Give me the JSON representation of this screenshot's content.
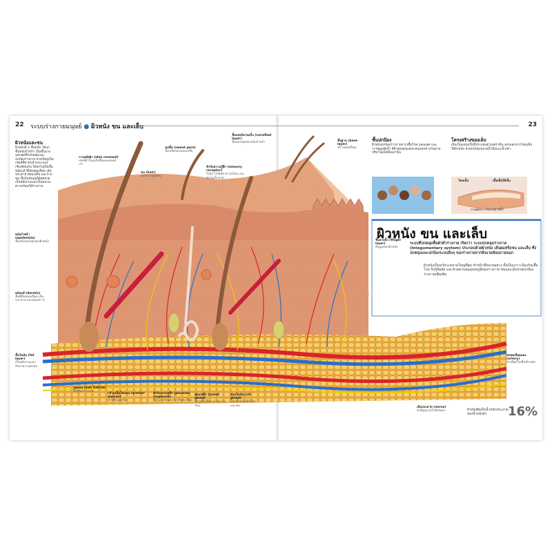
{
  "header": {
    "left_page_number": "22",
    "breadcrumb_section": "ระบบร่างกายมนุษย์",
    "breadcrumb_topic": "ผิวหนัง ขน และเล็บ",
    "right_page_number": "23"
  },
  "left_column": {
    "heading": "ผิวหนังและขน",
    "body": "ผิวหนังมี 2 ชั้นหลัก ได้แก่ ชั้นหนังกำพร้า เป็นชั้นบางนอกสุดซึ่งปกคลุมและปกป้องร่างกาย ส่วนใหญ่เป็นเซลล์ที่ตายแล้วและแบนเรียงซ้อนกัน ใต้ลงไปเป็นชั้นหนังแท้ ที่มีหลอดเลือด เส้นประสาท ต่อมเหงื่อ และรากขน ชั้นไขมันอยู่ใต้สุดช่วยเก็บพลังงานและเป็นฉนวนความร้อนให้ร่างกาย"
  },
  "labels": {
    "epidermis": {
      "th": "หนังกำพร้า",
      "en": "(epidermis)",
      "note": "ชั้นหนังนอกสุดของผิวหนัง"
    },
    "dermis": {
      "th": "หนังแท้",
      "en": "(dermis)",
      "note": "ชั้นที่มีหลอดเลือด เส้นประสาท และต่อมต่างๆ"
    },
    "fat_layer": {
      "th": "ชั้นไขมัน",
      "en": "(fat layer)",
      "note": "เก็บพลังงานและรักษาความอบอุ่น"
    },
    "skin_renewal": {
      "th": "การผลัดผิว",
      "en": "(skin renewal)",
      "note": "เซลล์ผิวใหม่เกิดขึ้นแทนเซลล์เก่า"
    },
    "sweat_pore": {
      "th": "รูเหงื่อ",
      "en": "(sweat pore)",
      "note": "ช่องเปิดของต่อมเหงื่อ"
    },
    "hair": {
      "th": "ขน",
      "en": "(hair)",
      "note": "งอกจากรูขุมขน"
    },
    "sensory_receptor": {
      "th": "ตัวรับความรู้สึก",
      "en": "(sensory receptor)",
      "note": "รับรู้การสัมผัส ความร้อน และความเจ็บปวด"
    },
    "cornified_layer": {
      "th": "ชั้นเซลล์ตายแข็ง",
      "en": "(cornified layer)",
      "note": "ชั้นนอกสุดของหนังกำพร้า"
    },
    "base_layer": {
      "th": "ชั้นฐาน",
      "en": "(base layer)",
      "note": "สร้างเซลล์ใหม่"
    },
    "finger_layer": {
      "th": "ชั้นลายนิ้ว",
      "en": "(finger layer)",
      "note": "สันนูนของผิวหนัง"
    },
    "hair_follicle": {
      "th": "รูขุมขน",
      "en": "(hair follicle)",
      "note": "ที่อยู่ของรากขน"
    },
    "erector_muscle": {
      "th": "กล้ามเนื้อโคนขน",
      "en": "(erector muscle)",
      "note": "ทำให้ขนลุกชัน"
    },
    "pacinian_corpuscle": {
      "th": "ตัวรับแรงกดลึก",
      "en": "(pacinian corpuscle)",
      "note": "รับรู้แรงกดและการสั่นสะเทือน"
    },
    "sweat_gland": {
      "th": "ต่อมเหงื่อ",
      "en": "(sweat gland)",
      "note": "ขับเหงื่อเพื่อระบายความร้อน"
    },
    "oil_gland": {
      "th": "ต่อมไขมัน",
      "en": "(oil gland)",
      "note": "หลั่งน้ำมันเคลือบผิวและขน"
    },
    "nerve": {
      "th": "เส้นประสาท",
      "en": "(nerve)",
      "note": "ส่งสัญญาณไปยังสมอง"
    },
    "artery": {
      "th": "หลอดเลือดแดง",
      "en": "(artery)",
      "note": "นำเลือดไปเลี้ยงผิวหนัง"
    }
  },
  "protective_box": {
    "heading": "ชั้นปกป้อง",
    "body": "ผิวหนังปกป้องร่างกายจากเชื้อโรค แสงแดด และการสูญเสียน้ำ สีผิวของคนแต่ละคนแตกต่างกันตามปริมาณเม็ดสีเมลานิน"
  },
  "nail_box": {
    "heading": "โครงสร้างของเล็บ",
    "body": "เล็บเป็นแผ่นแข็งที่ประกอบด้วยเคราติน งอกออกจากโคนเล็บใต้ผิวหนัง ช่วยปกป้องปลายนิ้วมือและนิ้วเท้า",
    "label_nail_root": "โคนเล็บ",
    "label_nail_bed": "เนื้อเยื่อใต้เล็บ",
    "caption": "ภาพตัดขวางของปลายนิ้ว"
  },
  "main": {
    "title": "ผิวหนัง ขน และเล็บ",
    "lead": "ระบบที่ปกคลุมพื้นผิวทั่วร่างกาย เรียกว่า ระบบปกคลุมร่างกาย (integumentary system) ประกอบด้วยผิวหนัง เส้นผมหรือขน และเล็บ ซึ่งปกคลุมและปกป้องระบบอื่นๆ ของร่างกายจากสิ่งแวดล้อมภายนอก",
    "body": "ผิวหนังเป็นอวัยวะขนาดใหญ่ที่สุด ทำหน้าที่หลายอย่าง ทั้งเป็นเกราะป้องกันเชื้อโรค รับรู้สัมผัส และช่วยควบคุมอุณหภูมิของร่างกาย ขนและเล็บช่วยปกป้องร่างกายเพิ่มเติม"
  },
  "stat": {
    "caption": "ผิวหนังคิดเป็นน้ำหนักประมาณของน้ำหนักตัว",
    "value": "16%"
  },
  "colors": {
    "skin_surface": "#e8b894",
    "dermis": "#d98a6a",
    "fat": "#f2c46a",
    "artery": "#d8242a",
    "vein": "#2a6fc9",
    "nerve": "#f0d000",
    "hair": "#8a5a3a",
    "accent_blue": "#2c6fb8"
  }
}
